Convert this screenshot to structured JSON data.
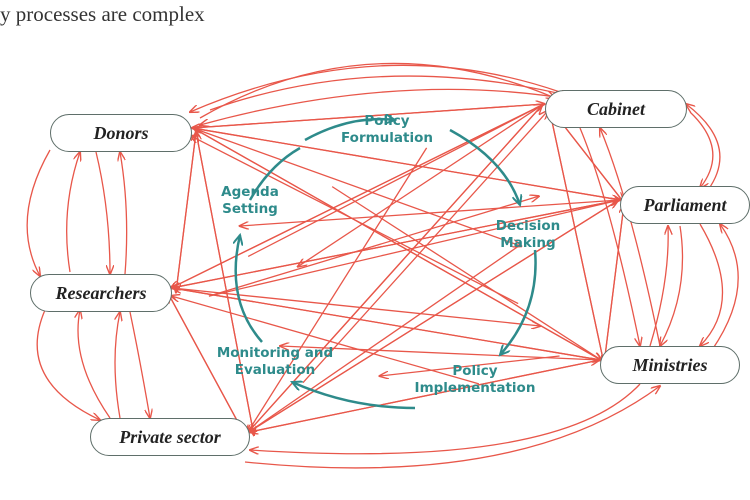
{
  "title": "y processes are complex",
  "actors": {
    "donors": "Donors",
    "cabinet": "Cabinet",
    "parliament": "Parliament",
    "researchers": "Researchers",
    "ministries": "Ministries",
    "private_sector": "Private sector"
  },
  "cycle_stages": {
    "policy_formulation": "Policy\nFormulation",
    "decision_making": "Decision\nMaking",
    "policy_implementation": "Policy\nImplementation",
    "monitoring_evaluation": "Monitoring and\nEvaluation",
    "agenda_setting": "Agenda\nSetting"
  },
  "colors": {
    "arrow": "#e8574a",
    "cycle": "#2e8b8b",
    "actor_border": "#5f6f6a"
  }
}
